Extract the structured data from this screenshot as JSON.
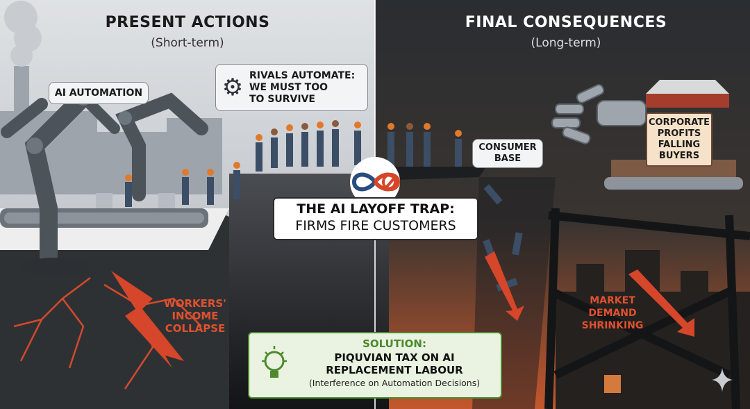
{
  "left_panel": {
    "heading": "PRESENT ACTIONS",
    "subheading": "(Short-term)",
    "ai_label": "AI AUTOMATION",
    "rivals_line1": "RIVALS AUTOMATE:",
    "rivals_line2": "WE MUST TOO",
    "rivals_line3": "TO SURVIVE",
    "income_line1": "WORKERS'",
    "income_line2": "INCOME",
    "income_line3": "COLLAPSE"
  },
  "right_panel": {
    "heading": "FINAL CONSEQUENCES",
    "subheading": "(Long-term)",
    "consumer_line1": "CONSUMER",
    "consumer_line2": "BASE",
    "profits_line1": "CORPORATE",
    "profits_line2": "PROFITS",
    "profits_line3": "FALLING",
    "profits_line4": "BUYERS",
    "market_line1": "MARKET",
    "market_line2": "DEMAND",
    "market_line3": "SHRINKING"
  },
  "center": {
    "title_line1": "THE AI LAYOFF TRAP:",
    "title_line2": "FIRMS FIRE CUSTOMERS"
  },
  "solution": {
    "label": "SOLUTION:",
    "line1": "PIQUVIAN TAX ON AI",
    "line2": "REPLACEMENT LABOUR",
    "note": "(Interference on Automation Decisions)"
  },
  "colors": {
    "left_bg": "#c9ccd0",
    "right_bg": "#2f3338",
    "accent_red": "#e0512f",
    "solution_green": "#4d8a2e",
    "worker_orange": "#e07a2a",
    "worker_blue": "#3b4e66"
  },
  "icons": [
    "gears-icon",
    "infinity-icon",
    "no-sign-icon",
    "lightbulb-icon",
    "robot-arm-icon",
    "robot-hand-icon",
    "sparkle-icon"
  ]
}
